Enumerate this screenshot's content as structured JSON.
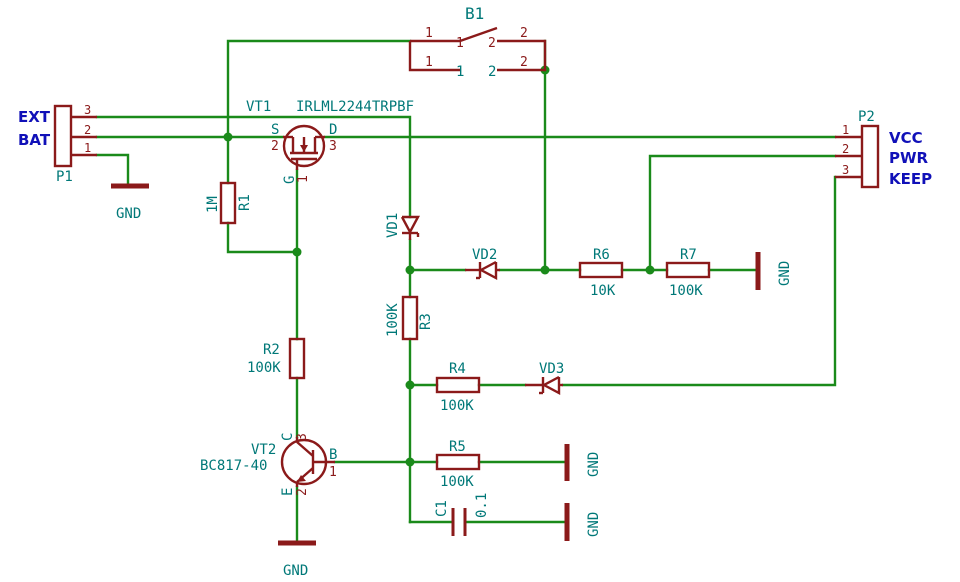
{
  "connectors": {
    "p1": {
      "ref": "P1",
      "pins": [
        "3",
        "2",
        "1"
      ],
      "nets": [
        "EXT",
        "BAT"
      ]
    },
    "p2": {
      "ref": "P2",
      "pins": [
        "1",
        "2",
        "3"
      ],
      "nets": [
        "VCC",
        "PWR",
        "KEEP"
      ]
    }
  },
  "switch": {
    "ref": "B1",
    "pins": [
      "1",
      "1",
      "1",
      "1",
      "2",
      "2",
      "2",
      "2"
    ]
  },
  "mosfet": {
    "ref": "VT1",
    "part": "IRLML2244TRPBF",
    "pin_s": "S",
    "pin_d": "D",
    "pin_g": "G",
    "num_s": "2",
    "num_d": "3",
    "num_g": "1"
  },
  "bjt": {
    "ref": "VT2",
    "part": "BC817-40",
    "pin_c": "C",
    "pin_b": "B",
    "pin_e": "E",
    "num_c": "3",
    "num_b": "1",
    "num_e": "2"
  },
  "resistors": [
    {
      "ref": "R1",
      "value": "1M"
    },
    {
      "ref": "R2",
      "value": "100K"
    },
    {
      "ref": "R3",
      "value": "100K"
    },
    {
      "ref": "R4",
      "value": "100K"
    },
    {
      "ref": "R5",
      "value": "100K"
    },
    {
      "ref": "R6",
      "value": "10K"
    },
    {
      "ref": "R7",
      "value": "100K"
    }
  ],
  "capacitor": {
    "ref": "C1",
    "value": "0.1"
  },
  "diodes": [
    "VD1",
    "VD2",
    "VD3"
  ],
  "ground_label": "GND",
  "colors": {
    "wire": "#1a8a1a",
    "component": "#8b1a1a",
    "label": "#007878",
    "net": "#1010b8"
  }
}
